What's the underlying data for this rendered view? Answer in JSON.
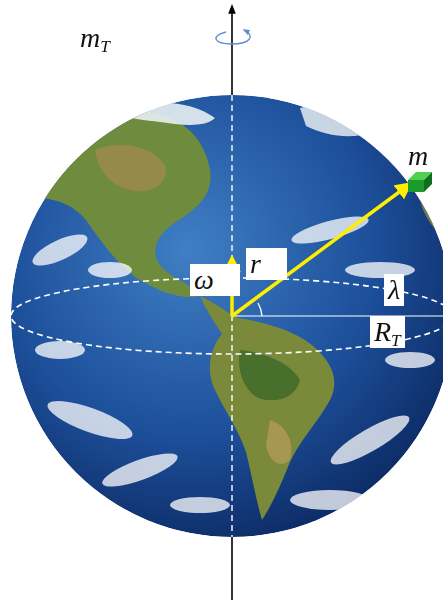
{
  "diagram": {
    "labels": [
      "mT",
      "m",
      "ω⃗",
      "r⃗",
      "λ",
      "RT"
    ]
  }
}
